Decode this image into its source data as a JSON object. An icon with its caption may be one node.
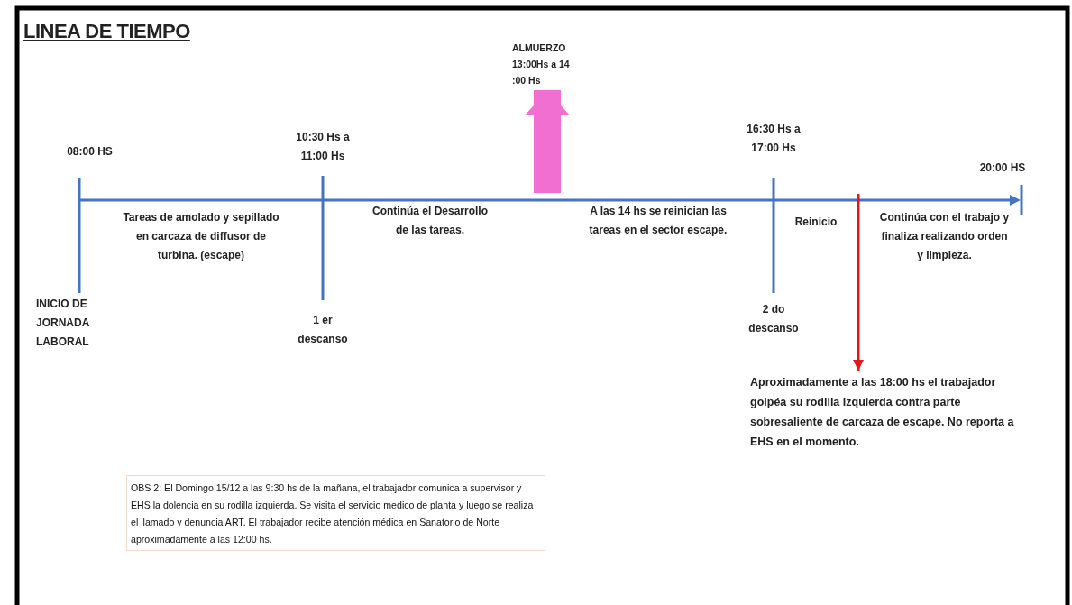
{
  "diagram": {
    "title": "LINEA DE TIEMPO",
    "nodes": [
      {
        "text": [
          "ALMUERZO 13:00Hs a 14 :00 Hs"
        ]
      },
      {
        "text": [
          "Aproximadamente a las 18:00 hs el trabajador golpéa su rodilla izquierda contra parte sobresaliente de carcaza de escape. No reporta a EHS en el momento."
        ]
      },
      {
        "text": [
          "OBS 2: El Domingo 15/12 a las 9:30 hs de la mañana, el trabajador comunica a supervisor y EHS la dolencia en su rodilla izquierda.  Se visita el servicio medico de planta y luego se realiza el llamado y denuncia ART. El trabajador recibe atención médica en Sanatorio de Norte aproximadamente a las 12:00 hs."
        ]
      }
    ],
    "edges": [
      {
        "from": null,
        "to": 0,
        "arrow": "to",
        "style": "thick",
        "color": "#f06fd0"
      },
      {
        "from": null,
        "to": 1,
        "arrow": "to",
        "color": "#e8141b"
      }
    ],
    "labels": [
      "08:00 HS",
      "10:30 Hs a 11:00 Hs",
      "16:30 Hs a 17:00 Hs",
      "20:00 HS",
      "Tareas de amolado y sepillado en carcaza de diffusor de turbina. (escape)",
      "Continúa el Desarrollo de las tareas.",
      "A las 14 hs se reinician las tareas en el sector escape.",
      "Reinicio",
      "Continúa con el trabajo y finaliza realizando orden y limpieza.",
      "INICIO DE JORNADA LABORAL",
      "1 er descanso",
      "2 do descanso"
    ]
  }
}
